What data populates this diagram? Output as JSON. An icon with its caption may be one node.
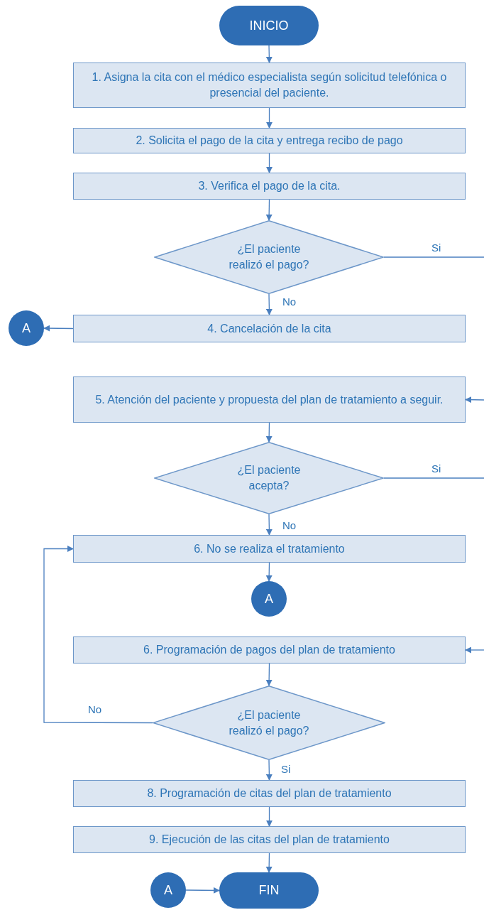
{
  "diagram": {
    "nodes": [
      {
        "text": [
          "INICIO"
        ]
      },
      {
        "text": [
          "1. Asigna la cita con el médico especialista según solicitud telefónica o presencial del paciente."
        ]
      },
      {
        "text": [
          "2. Solicita el pago de la cita y entrega recibo de pago"
        ]
      },
      {
        "text": [
          "3. Verifica el pago de la cita."
        ]
      },
      {
        "text": [
          "¿El paciente realizó el pago?"
        ]
      },
      {
        "text": [
          "4. Cancelación de la cita"
        ]
      },
      {
        "text": [
          "A"
        ]
      },
      {
        "text": [
          "5. Atención del paciente y propuesta del plan de tratamiento a seguir."
        ]
      },
      {
        "text": [
          "¿El paciente acepta?"
        ]
      },
      {
        "text": [
          "6. No se realiza el tratamiento"
        ]
      },
      {
        "text": [
          "A"
        ]
      },
      {
        "text": [
          "6. Programación de pagos del plan de tratamiento"
        ]
      },
      {
        "text": [
          "¿El paciente realizó el pago?"
        ]
      },
      {
        "text": [
          "8. Programación de citas del plan de tratamiento"
        ]
      },
      {
        "text": [
          "9. Ejecución de las citas del plan de tratamiento"
        ]
      },
      {
        "text": [
          "A"
        ]
      },
      {
        "text": [
          "FIN"
        ]
      }
    ],
    "edges": [
      {
        "from": 0,
        "to": 1,
        "arrow": "to"
      },
      {
        "from": 1,
        "to": 2,
        "arrow": "to"
      },
      {
        "from": 2,
        "to": 3,
        "arrow": "to"
      },
      {
        "from": 3,
        "to": 4,
        "arrow": "to"
      },
      {
        "from": 4,
        "to": 5,
        "arrow": "to",
        "label": "No"
      },
      {
        "from": 5,
        "to": 6,
        "arrow": "to"
      },
      {
        "from": 4,
        "to": null,
        "arrow": "none",
        "label": "Si"
      },
      {
        "from": null,
        "to": 7,
        "arrow": "to"
      },
      {
        "from": 7,
        "to": 8,
        "arrow": "to"
      },
      {
        "from": 8,
        "to": 9,
        "arrow": "to",
        "label": "No"
      },
      {
        "from": 8,
        "to": null,
        "arrow": "none",
        "label": "Si"
      },
      {
        "from": 9,
        "to": 10,
        "arrow": "to"
      },
      {
        "from": null,
        "to": 11,
        "arrow": "to"
      },
      {
        "from": 11,
        "to": 12,
        "arrow": "to"
      },
      {
        "from": 12,
        "to": 9,
        "arrow": "to",
        "label": "No"
      },
      {
        "from": 12,
        "to": 13,
        "arrow": "to",
        "label": "Si"
      },
      {
        "from": 13,
        "to": 14,
        "arrow": "to"
      },
      {
        "from": 14,
        "to": 16,
        "arrow": "to"
      },
      {
        "from": 15,
        "to": 16,
        "arrow": "to"
      }
    ]
  }
}
